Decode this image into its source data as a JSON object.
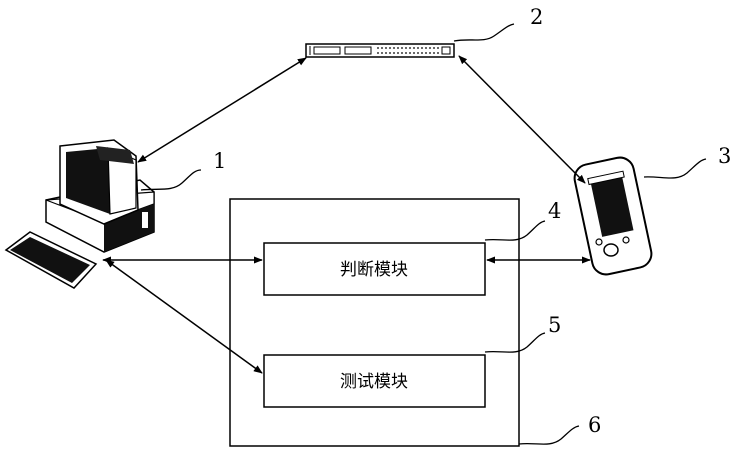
{
  "modules": {
    "judge": "判断模块",
    "test": "测试模块"
  },
  "refs": {
    "computer": "1",
    "server": "2",
    "handheld": "3",
    "judge": "4",
    "test": "5",
    "system": "6"
  },
  "colors": {
    "stroke": "#000000",
    "background": "#ffffff"
  }
}
